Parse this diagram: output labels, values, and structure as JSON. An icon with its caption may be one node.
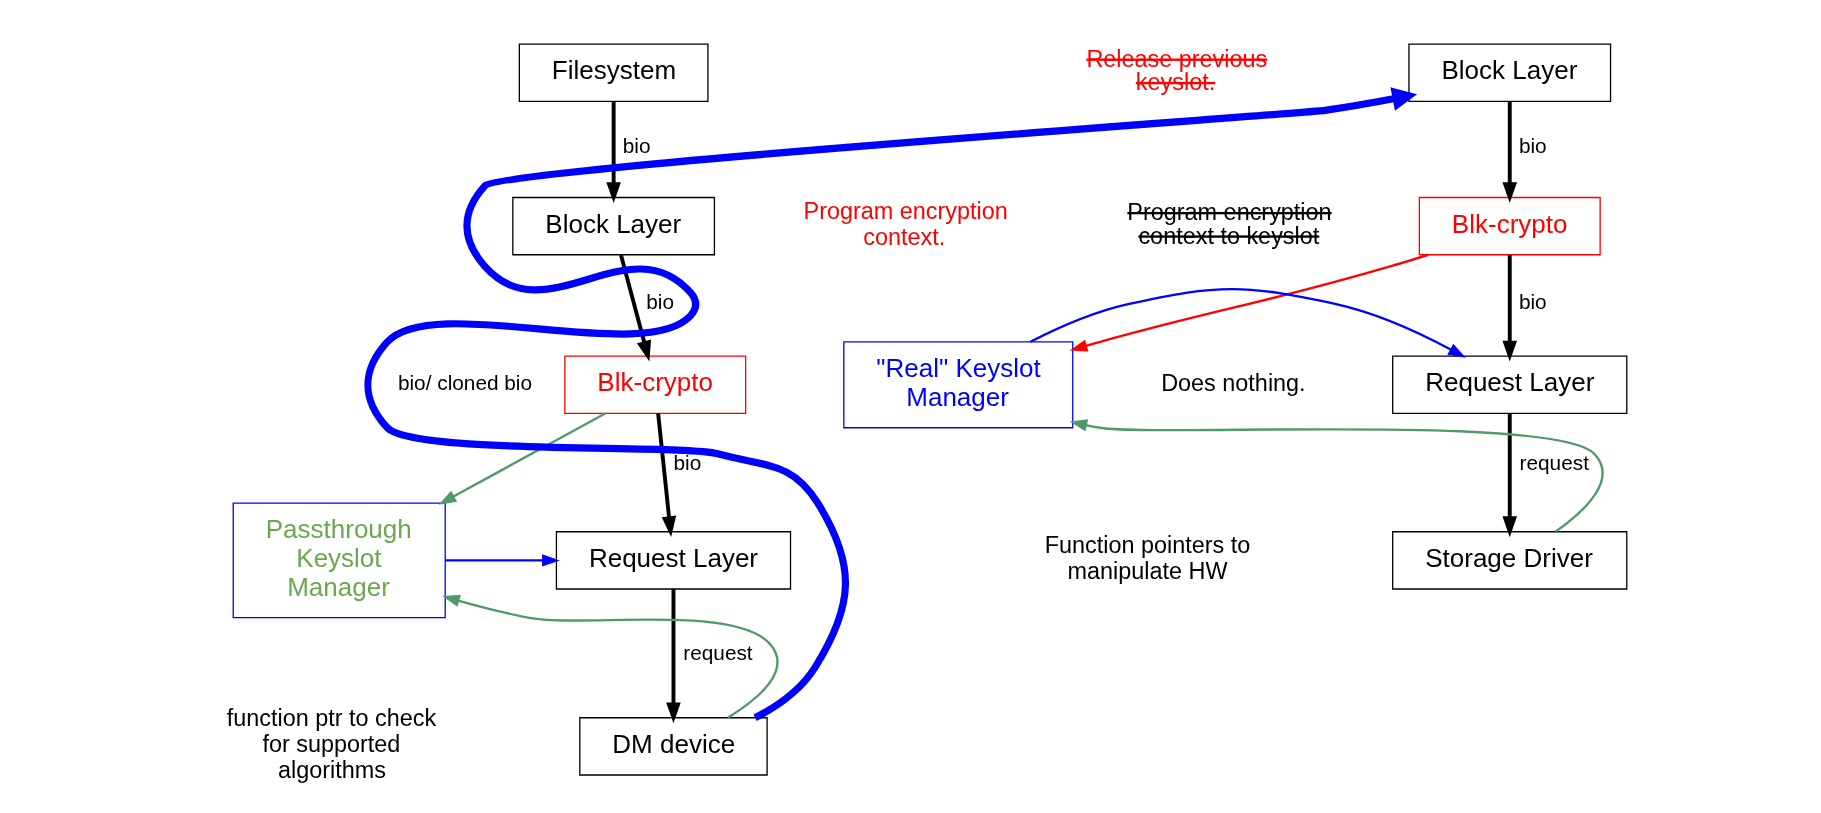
{
  "diagram": {
    "nodes": [
      {
        "text": [
          "Filesystem"
        ]
      },
      {
        "text": [
          "Block Layer"
        ]
      },
      {
        "text": [
          "Blk-crypto"
        ]
      },
      {
        "text": [
          "Request Layer"
        ]
      },
      {
        "text": [
          "DM device"
        ]
      },
      {
        "text": [
          "Passthrough Keyslot Manager"
        ]
      },
      {
        "text": [
          "Block Layer"
        ]
      },
      {
        "text": [
          "Blk-crypto"
        ]
      },
      {
        "text": [
          "Request Layer"
        ]
      },
      {
        "text": [
          "Storage Driver"
        ]
      },
      {
        "text": [
          "\"Real\" Keyslot Manager"
        ]
      }
    ],
    "edges": [
      {
        "from": 0,
        "to": 1,
        "arrow": "to",
        "label": "bio"
      },
      {
        "from": 1,
        "to": 2,
        "arrow": "to",
        "label": "bio"
      },
      {
        "from": 2,
        "to": 3,
        "arrow": "to",
        "label": "bio"
      },
      {
        "from": 3,
        "to": 4,
        "arrow": "to",
        "label": "request"
      },
      {
        "from": 2,
        "to": 5,
        "arrow": "to",
        "color": "#4e9a6a"
      },
      {
        "from": 5,
        "to": 3,
        "arrow": "to",
        "color": "#0000ff"
      },
      {
        "from": 4,
        "to": 5,
        "arrow": "to",
        "color": "#4e9a6a"
      },
      {
        "from": 4,
        "to": 6,
        "arrow": "to",
        "label": "bio/ cloned bio",
        "style": "thick",
        "color": "#0000ff"
      },
      {
        "from": 6,
        "to": 7,
        "arrow": "to",
        "label": "bio"
      },
      {
        "from": 7,
        "to": 8,
        "arrow": "to",
        "label": "bio"
      },
      {
        "from": 8,
        "to": 9,
        "arrow": "to",
        "label": "request"
      },
      {
        "from": 7,
        "to": 10,
        "arrow": "to",
        "color": "#ff0000"
      },
      {
        "from": 10,
        "to": 8,
        "arrow": "to",
        "color": "#0000ff"
      },
      {
        "from": 9,
        "to": 10,
        "arrow": "to",
        "color": "#4e9a6a"
      }
    ],
    "labels": [
      "Program encryption context to keyslot",
      "Does nothing.",
      "function ptr to check for supported algorithms",
      "Release previous keyslot.",
      "Program encryption context.",
      "Function pointers to manipulate HW"
    ]
  }
}
